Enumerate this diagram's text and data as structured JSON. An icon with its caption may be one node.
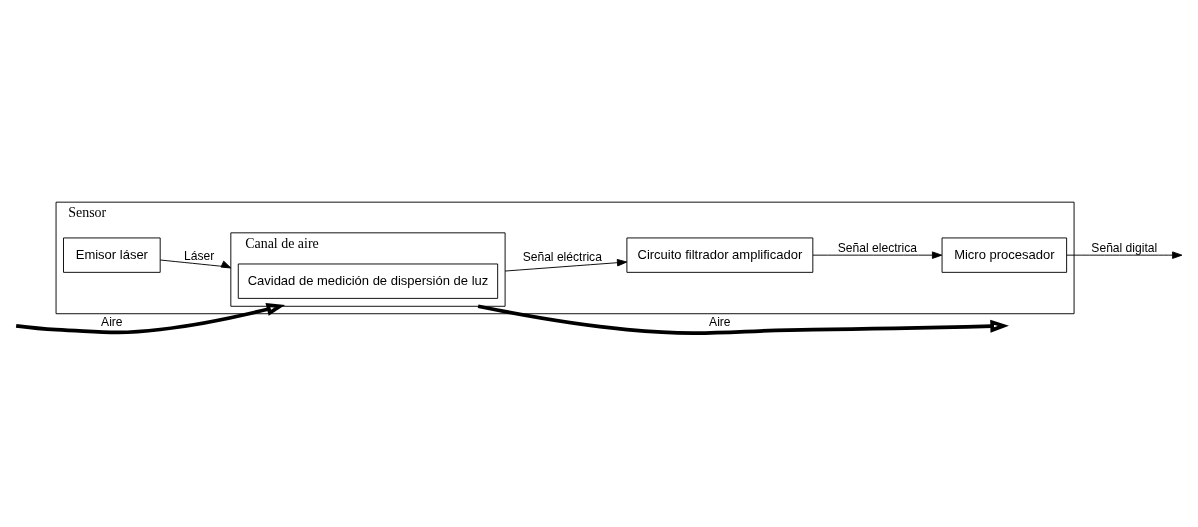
{
  "diagram": {
    "nodes": [
      {
        "text": [
          "Sensor"
        ]
      },
      {
        "text": [
          "Emisor láser"
        ],
        "in": 0
      },
      {
        "text": [
          "Canal de aire"
        ],
        "in": 0
      },
      {
        "text": [
          "Cavidad de medición de dispersión de luz"
        ],
        "in": 2
      },
      {
        "text": [
          "Circuito filtrador amplificador"
        ],
        "in": 0
      },
      {
        "text": [
          "Micro procesador"
        ],
        "in": 0
      }
    ],
    "edges": [
      {
        "from": 2,
        "to": null,
        "arrow": "to",
        "label": "Aire",
        "style": "thick"
      },
      {
        "from": 1,
        "to": 2,
        "arrow": "to",
        "label": "Láser"
      },
      {
        "from": 2,
        "to": 4,
        "arrow": "to",
        "label": "Señal eléctrica"
      },
      {
        "from": 4,
        "to": 5,
        "arrow": "to",
        "label": "Señal electrica"
      },
      {
        "from": 5,
        "to": null,
        "arrow": "to",
        "label": "Señal digital"
      },
      {
        "from": null,
        "to": 2,
        "arrow": "to",
        "label": "Aire",
        "style": "thick"
      }
    ]
  }
}
